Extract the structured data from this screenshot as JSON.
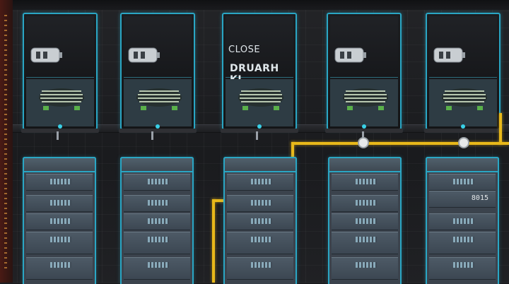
{
  "colors": {
    "accent": "#2aa6c4",
    "cable": "#e8b81a",
    "background": "#1c1d20"
  },
  "icons": {
    "port": "usb-port-icon",
    "chip": "chip-icon",
    "node": "connector-node-icon"
  },
  "monitors": [
    {
      "texts": []
    },
    {
      "texts": []
    },
    {
      "texts": [
        "CLOSE",
        "DRUARH KI"
      ]
    },
    {
      "texts": []
    },
    {
      "texts": []
    }
  ],
  "racks": [
    {
      "labels": []
    },
    {
      "labels": []
    },
    {
      "labels": []
    },
    {
      "labels": []
    },
    {
      "labels": [
        "8015"
      ]
    }
  ]
}
